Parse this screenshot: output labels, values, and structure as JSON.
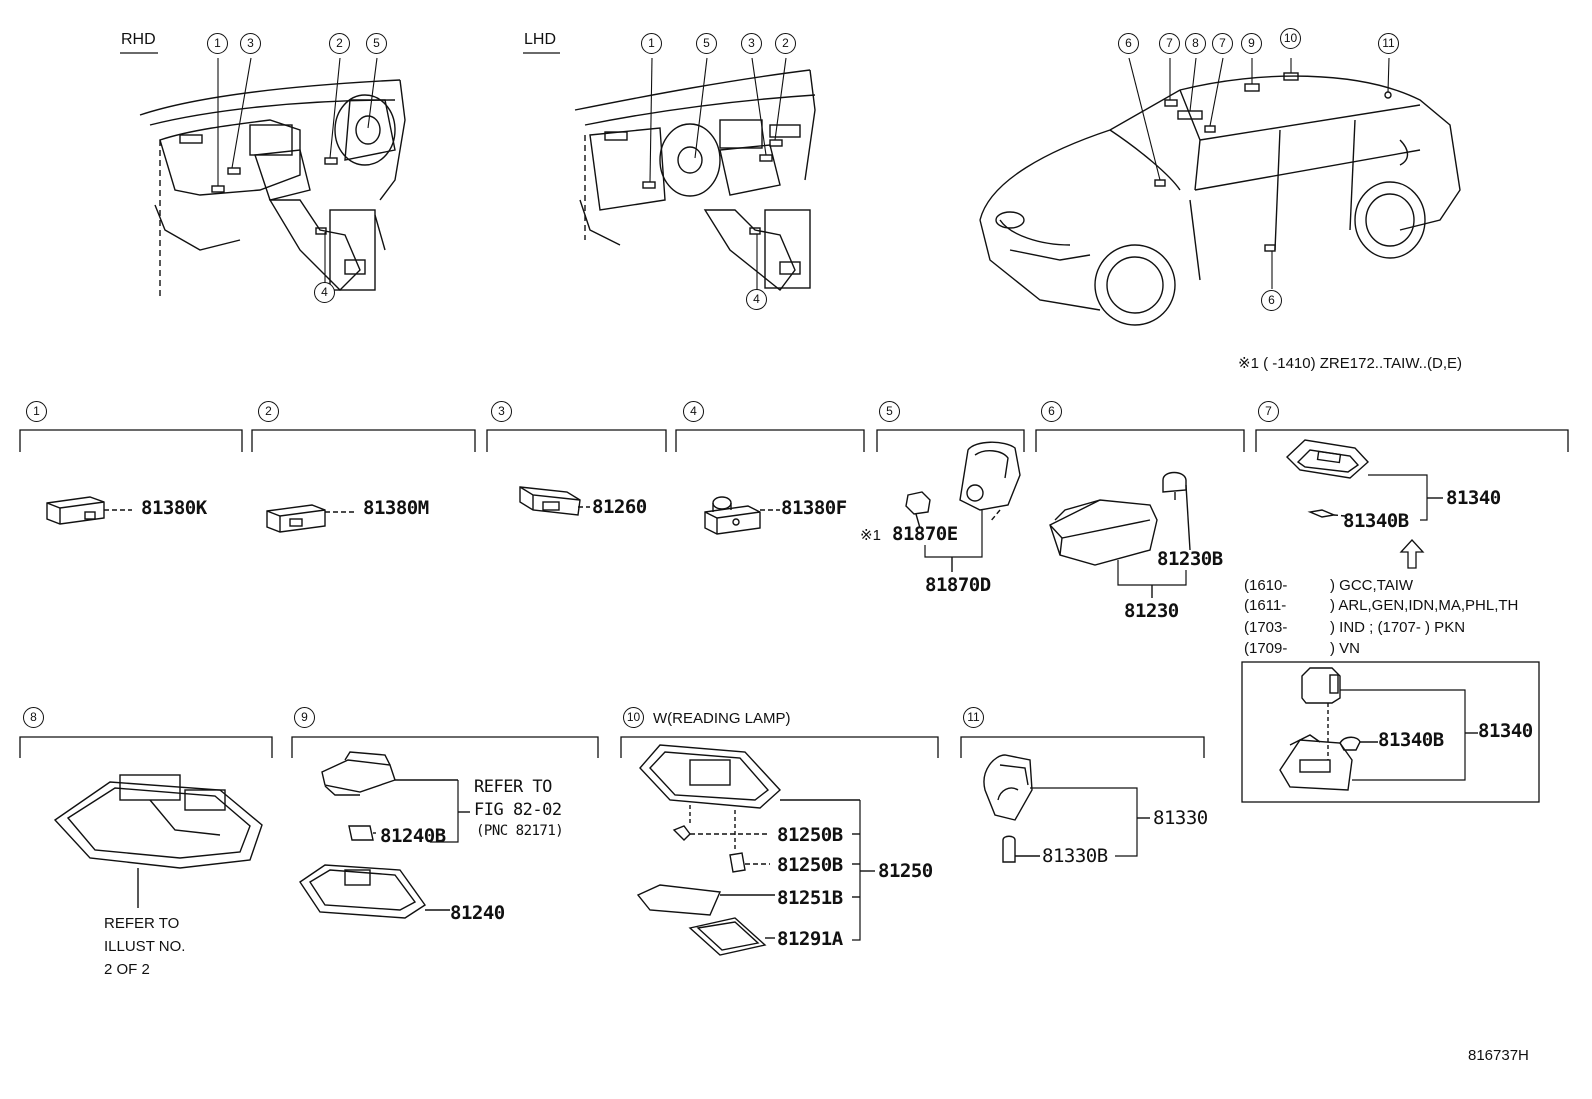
{
  "top_labels": {
    "rhd": "RHD",
    "lhd": "LHD"
  },
  "footnote": "※1 (      -1410) ZRE172..TAIW..(D,E)",
  "drawing_number": "816737H",
  "section_numbers": [
    "1",
    "2",
    "3",
    "4",
    "5",
    "6",
    "7",
    "8",
    "9",
    "10",
    "11"
  ],
  "sections": {
    "s1": {
      "parts": [
        "81380K"
      ]
    },
    "s2": {
      "parts": [
        "81380M"
      ]
    },
    "s3": {
      "parts": [
        "81260"
      ]
    },
    "s4": {
      "parts": [
        "81380F"
      ]
    },
    "s5": {
      "mark": "※1",
      "parts": [
        "81870E",
        "81870D"
      ]
    },
    "s6": {
      "parts": [
        "81230B",
        "81230"
      ]
    },
    "s7": {
      "parts": [
        "81340",
        "81340B"
      ],
      "applicability": [
        {
          "code": "(1610-",
          "region": ") GCC,TAIW"
        },
        {
          "code": "(1611-",
          "region": ") ARL,GEN,IDN,MA,PHL,TH"
        },
        {
          "code": "(1703-",
          "region": ") IND ; (1707-       ) PKN"
        },
        {
          "code": "(1709-",
          "region": ") VN"
        }
      ],
      "box_parts": [
        "81340B",
        "81340"
      ]
    },
    "s8": {
      "refer": [
        "REFER TO",
        "ILLUST NO.",
        "2 OF 2"
      ]
    },
    "s9": {
      "refer": [
        "REFER TO",
        "FIG 82-02",
        "(PNC 82171)"
      ],
      "parts": [
        "81240B",
        "81240"
      ]
    },
    "s10": {
      "title": "W(READING LAMP)",
      "parts": [
        "81250B",
        "81250B",
        "81251B",
        "81291A",
        "81250"
      ]
    },
    "s11": {
      "parts": [
        "81330",
        "81330B"
      ]
    }
  }
}
